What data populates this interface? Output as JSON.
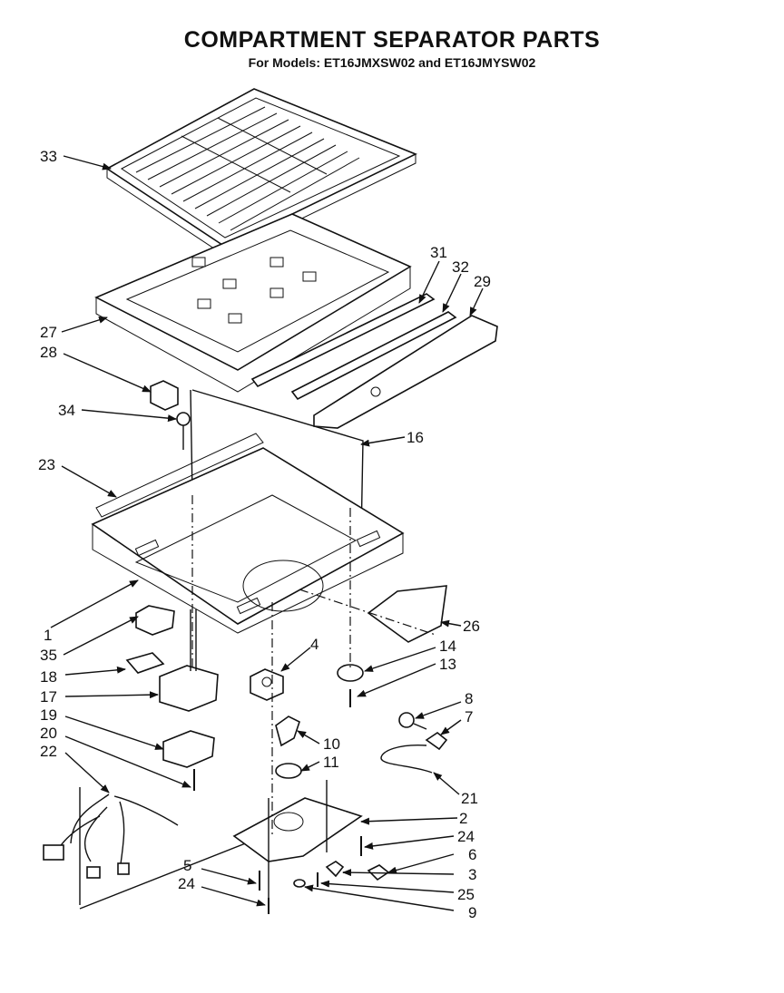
{
  "header": {
    "title": "COMPARTMENT SEPARATOR PARTS",
    "subtitle": "For Models: ET16JMXSW02 and ET16JMYSW02"
  },
  "callouts": {
    "p33": "33",
    "p31": "31",
    "p32": "32",
    "p29": "29",
    "p27": "27",
    "p28": "28",
    "p34": "34",
    "p16": "16",
    "p23": "23",
    "p1": "1",
    "p26": "26",
    "p35": "35",
    "p4": "4",
    "p14": "14",
    "p13": "13",
    "p18": "18",
    "p17": "17",
    "p8": "8",
    "p7": "7",
    "p19": "19",
    "p20": "20",
    "p10": "10",
    "p22": "22",
    "p11": "11",
    "p21": "21",
    "p2": "2",
    "p24a": "24",
    "p6": "6",
    "p5": "5",
    "p3": "3",
    "p24b": "24",
    "p25": "25",
    "p9": "9"
  }
}
